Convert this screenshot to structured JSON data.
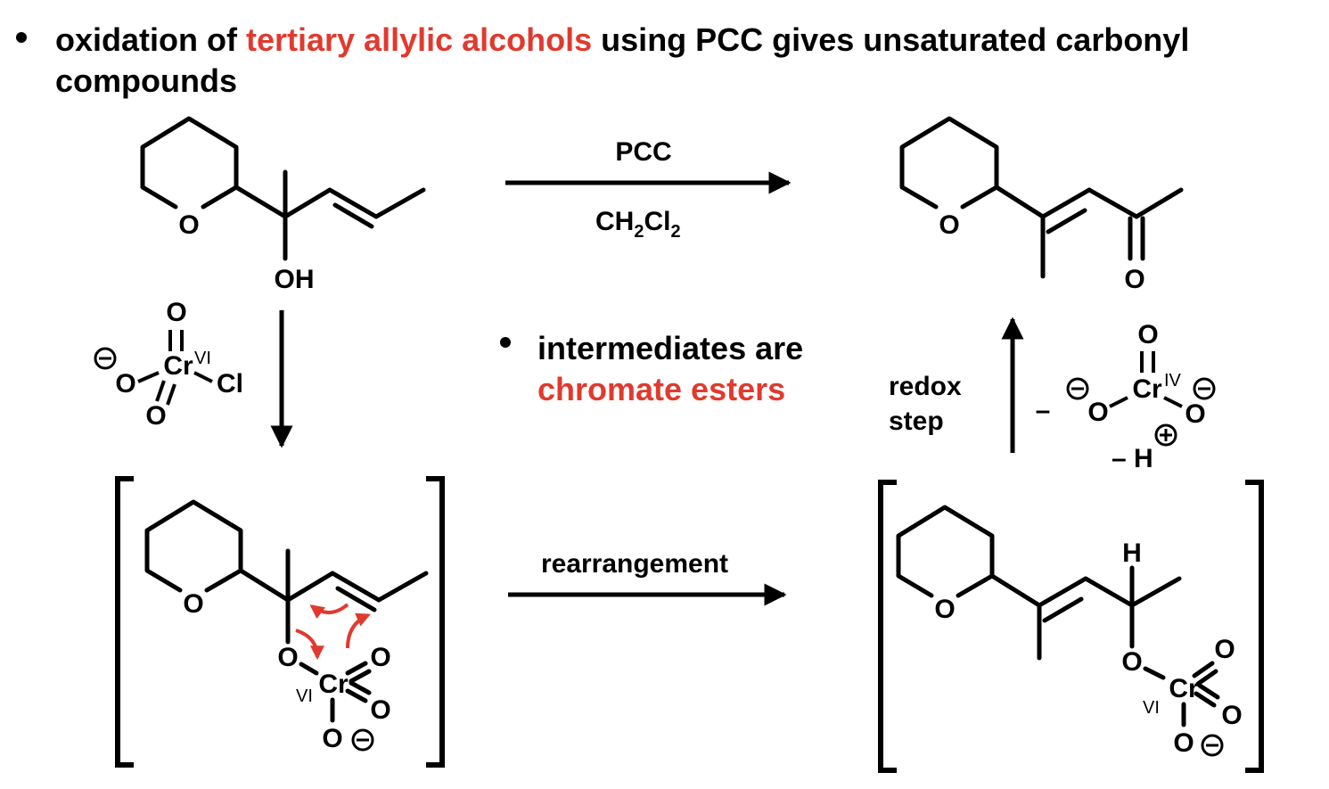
{
  "headline": {
    "part1": "oxidation of ",
    "highlight": "tertiary allylic alcohols",
    "part2": " using PCC gives unsaturated carbonyl compounds"
  },
  "note": {
    "line1": "intermediates are",
    "line2": "chromate esters"
  },
  "reaction": {
    "reagent_top": "PCC",
    "solvent_main": "CH",
    "solvent_sub1": "2",
    "solvent_cl": "Cl",
    "solvent_sub2": "2",
    "rearrangement": "rearrangement",
    "redox_line1": "redox",
    "redox_line2": "step"
  },
  "atoms": {
    "O": "O",
    "OH": "OH",
    "Cr": "Cr",
    "Cl": "Cl",
    "H": "H",
    "VI": "VI",
    "IV": "IV",
    "minus": "–",
    "minusH": "– H"
  },
  "colors": {
    "accent": "#e03a2f",
    "ink": "#000000"
  }
}
